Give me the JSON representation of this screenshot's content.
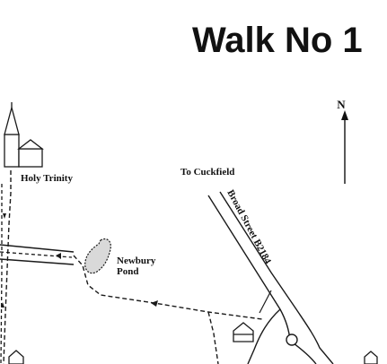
{
  "title": "Walk No 1",
  "north_label": "N",
  "labels": {
    "church": "Holy Trinity",
    "cuckfield": "To Cuckfield",
    "road": "Broad Street B2184",
    "pond_line1": "Newbury",
    "pond_line2": "Pond"
  },
  "colors": {
    "ink": "#1a1a1a",
    "paper": "#ffffff"
  },
  "icons": [
    "church-icon",
    "pond-icon",
    "north-arrow-icon",
    "building-icon"
  ]
}
